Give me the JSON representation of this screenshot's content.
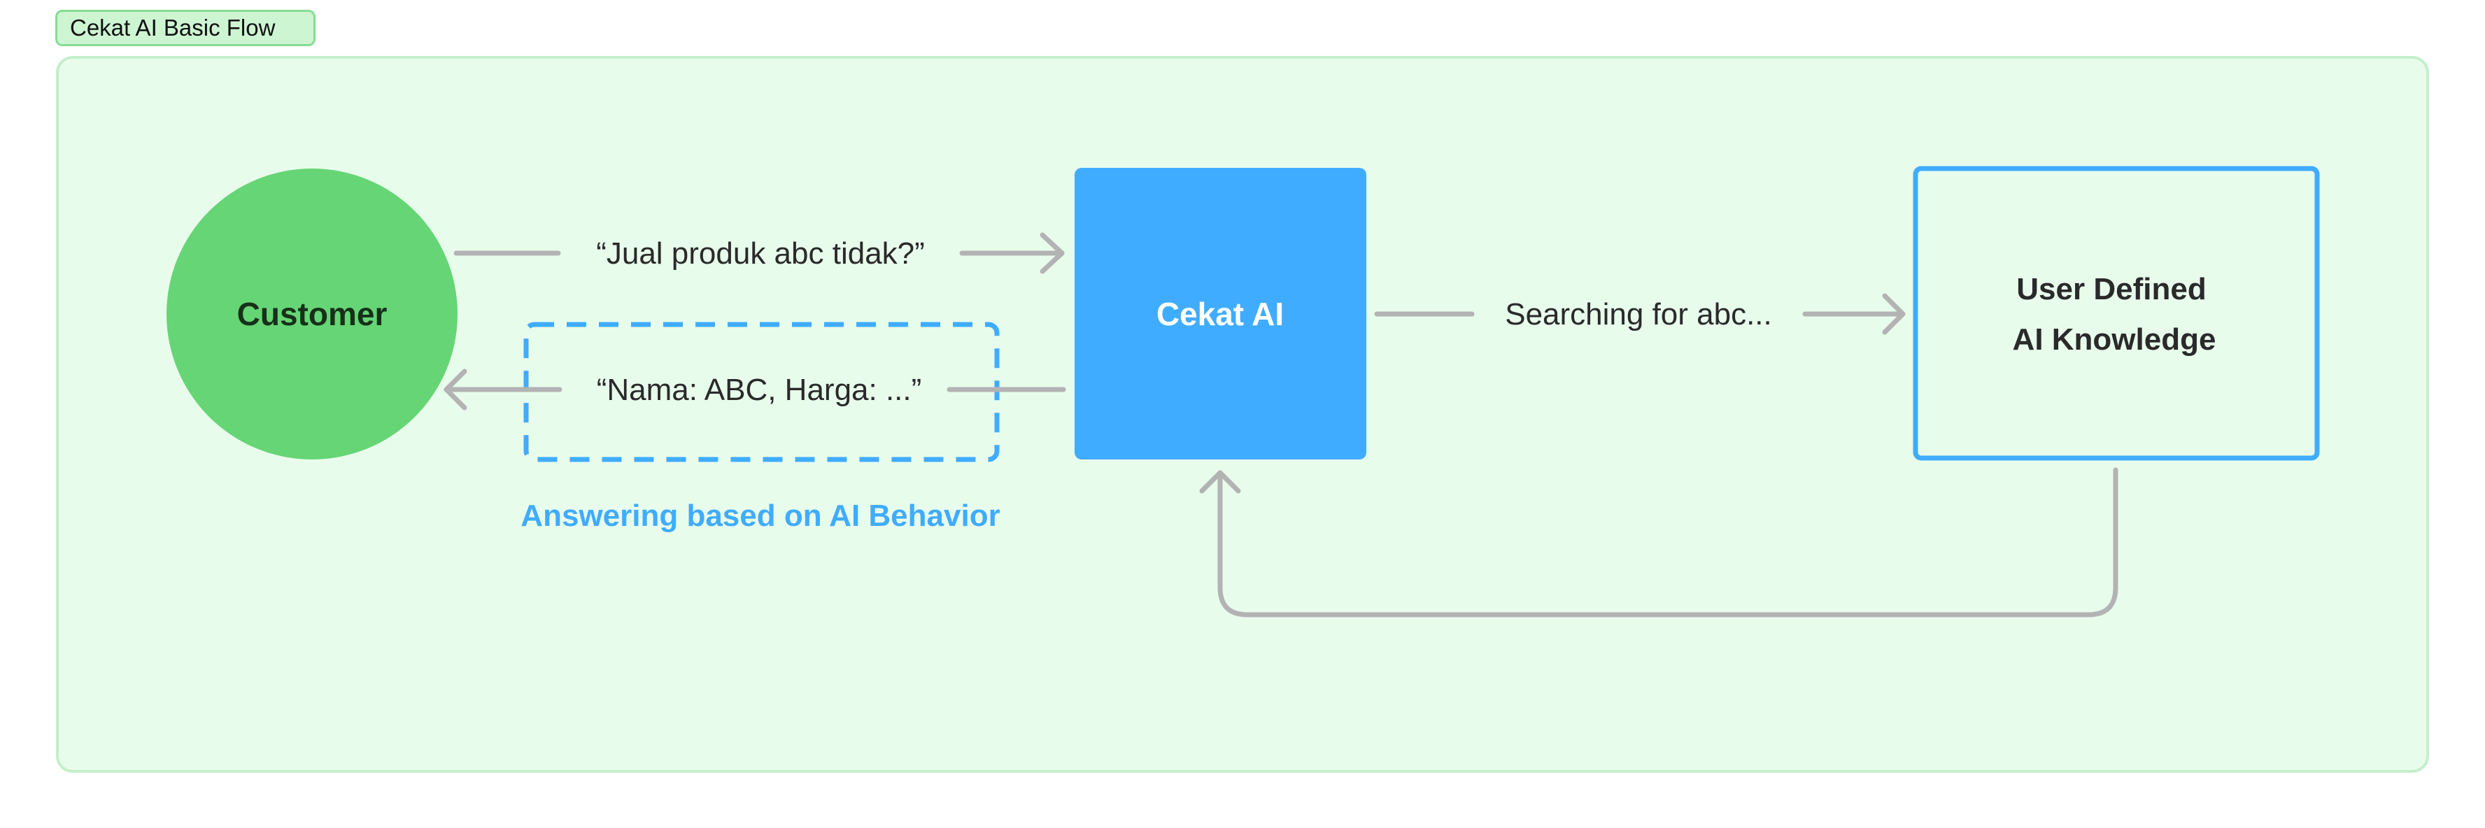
{
  "frame": {
    "title": "Cekat AI Basic Flow"
  },
  "nodes": {
    "customer": "Customer",
    "cekat_ai": "Cekat AI",
    "knowledge_line1": "User Defined",
    "knowledge_line2": "AI Knowledge"
  },
  "edges": {
    "question": "“Jual produk abc tidak?”",
    "answer": "“Nama: ABC, Harga: ...”",
    "search": "Searching for abc..."
  },
  "annotations": {
    "answer_group": "Answering based on AI Behavior"
  },
  "colors": {
    "frame_bg": "#e8fcec",
    "frame_border": "#c5efcc",
    "customer": "#66d575",
    "ai": "#40acff",
    "arrow": "#b3b3b3",
    "text": "#2a2a2a"
  }
}
